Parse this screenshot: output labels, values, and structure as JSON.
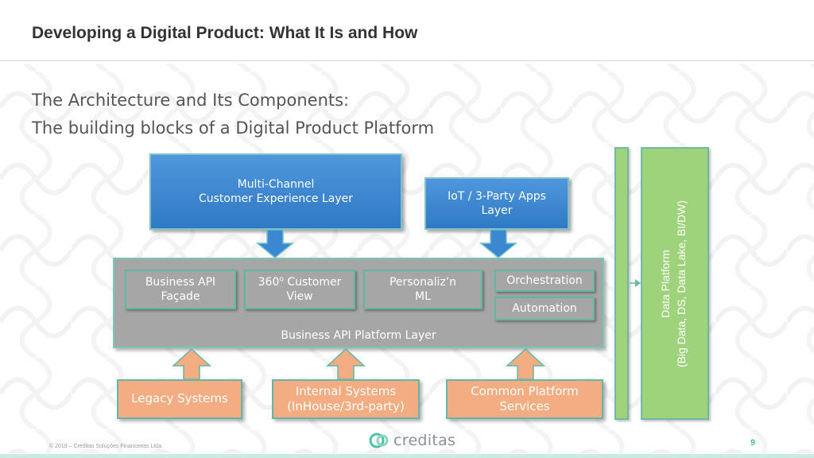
{
  "slide": {
    "title": "Developing a Digital Product: What It Is and How",
    "subtitle_line1": "The Architecture and Its Components:",
    "subtitle_line2": "The building blocks of a Digital Product Platform",
    "footer": "© 2019 – Creditas Soluções Financeiras Ltda.",
    "logo_text": "creditas",
    "page_number": "9"
  },
  "diagram": {
    "top_blocks": {
      "multichannel_line1": "Multi-Channel",
      "multichannel_line2": "Customer Experience Layer",
      "iot_line1": "IoT / 3-Party Apps",
      "iot_line2": "Layer"
    },
    "platform": {
      "label": "Business API Platform Layer",
      "components": {
        "business_api_line1": "Business API",
        "business_api_line2": "Façade",
        "customer_view_line1": "360",
        "customer_view_degree": "o",
        "customer_view_line1b": " Customer",
        "customer_view_line2": "View",
        "personalization_line1": "Personaliz’n",
        "personalization_line2": "ML",
        "orchestration": "Orchestration",
        "automation": "Automation"
      }
    },
    "bottom_blocks": {
      "legacy": "Legacy Systems",
      "internal_line1": "Internal Systems",
      "internal_line2": "(InHouse/3rd-party)",
      "common_line1": "Common Platform",
      "common_line2": "Services"
    },
    "data_platform": {
      "line1": "Data Platform",
      "line2": "(Big Data, DS, Data Lake, BI/DW)"
    }
  },
  "colors": {
    "blue": "#3f8ad3",
    "gray": "#a6a6a6",
    "orange": "#f4ad82",
    "green": "#9ed37c",
    "teal": "#4ec2a9"
  }
}
